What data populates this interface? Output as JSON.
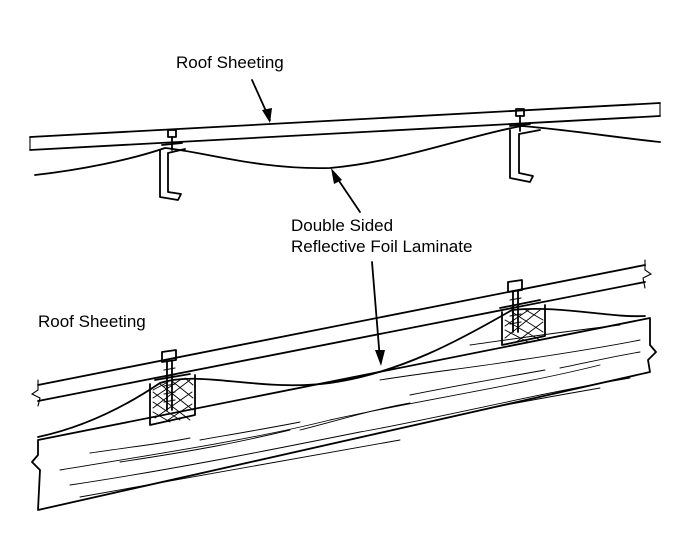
{
  "labels": {
    "roof_sheeting_top": "Roof Sheeting",
    "foil_line1": "Double Sided",
    "foil_line2": "Reflective Foil Laminate",
    "roof_sheeting_bottom": "Roof Sheeting"
  }
}
